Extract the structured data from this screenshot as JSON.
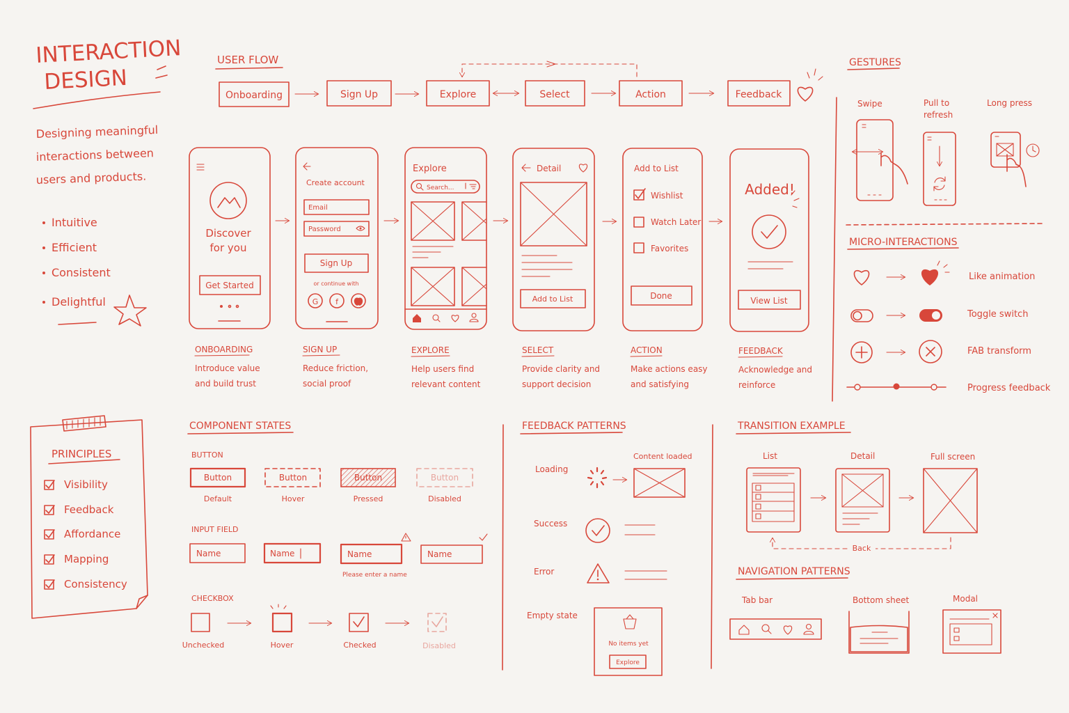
{
  "title": {
    "line1": "INTERACTION",
    "line2": "DESIGN"
  },
  "intro": {
    "line1": "Designing meaningful",
    "line2": "interactions between",
    "line3": "users and products."
  },
  "qualities": [
    "Intuitive",
    "Efficient",
    "Consistent",
    "Delightful"
  ],
  "principles": {
    "title": "PRINCIPLES",
    "items": [
      "Visibility",
      "Feedback",
      "Affordance",
      "Mapping",
      "Consistency"
    ]
  },
  "user_flow": {
    "title": "USER FLOW",
    "steps": [
      "Onboarding",
      "Sign Up",
      "Explore",
      "Select",
      "Action",
      "Feedback"
    ]
  },
  "screens": {
    "onboarding": {
      "headline1": "Discover",
      "headline2": "for you",
      "cta": "Get Started"
    },
    "signup": {
      "title": "Create account",
      "email": "Email",
      "password": "Password",
      "cta": "Sign Up",
      "alt": "or continue with",
      "social": [
        "G",
        "f",
        ""
      ]
    },
    "explore": {
      "title": "Explore",
      "search": "Search..."
    },
    "detail": {
      "title": "Detail",
      "cta": "Add to List"
    },
    "addlist": {
      "title": "Add to List",
      "options": [
        "Wishlist",
        "Watch Later",
        "Favorites"
      ],
      "cta": "Done"
    },
    "added": {
      "title": "Added!",
      "cta": "View List"
    }
  },
  "stages": [
    {
      "name": "ONBOARDING",
      "desc1": "Introduce value",
      "desc2": "and build trust"
    },
    {
      "name": "SIGN UP",
      "desc1": "Reduce friction,",
      "desc2": "social proof"
    },
    {
      "name": "EXPLORE",
      "desc1": "Help users find",
      "desc2": "relevant content"
    },
    {
      "name": "SELECT",
      "desc1": "Provide clarity and",
      "desc2": "support decision"
    },
    {
      "name": "ACTION",
      "desc1": "Make actions easy",
      "desc2": "and satisfying"
    },
    {
      "name": "FEEDBACK",
      "desc1": "Acknowledge and",
      "desc2": "reinforce"
    }
  ],
  "gestures": {
    "title": "GESTURES",
    "swipe": "Swipe",
    "pull1": "Pull to",
    "pull2": "refresh",
    "long": "Long press"
  },
  "micro": {
    "title": "MICRO-INTERACTIONS",
    "items": [
      "Like animation",
      "Toggle switch",
      "FAB transform",
      "Progress feedback"
    ]
  },
  "component_states": {
    "title": "COMPONENT STATES",
    "button": {
      "label": "BUTTON",
      "text": "Button",
      "states": [
        "Default",
        "Hover",
        "Pressed",
        "Disabled"
      ]
    },
    "input": {
      "label": "INPUT FIELD",
      "text": "Name",
      "error": "Please enter a name"
    },
    "checkbox": {
      "label": "CHECKBOX",
      "states": [
        "Unchecked",
        "Hover",
        "Checked",
        "Disabled"
      ]
    }
  },
  "feedback_patterns": {
    "title": "FEEDBACK PATTERNS",
    "loading": "Loading",
    "loaded": "Content loaded",
    "success": "Success",
    "error": "Error",
    "empty": "Empty state",
    "empty_msg": "No items yet",
    "empty_cta": "Explore"
  },
  "transition": {
    "title": "TRANSITION EXAMPLE",
    "list": "List",
    "detail": "Detail",
    "full": "Full screen",
    "back": "Back"
  },
  "navigation": {
    "title": "NAVIGATION PATTERNS",
    "tab": "Tab bar",
    "sheet": "Bottom sheet",
    "modal": "Modal"
  }
}
